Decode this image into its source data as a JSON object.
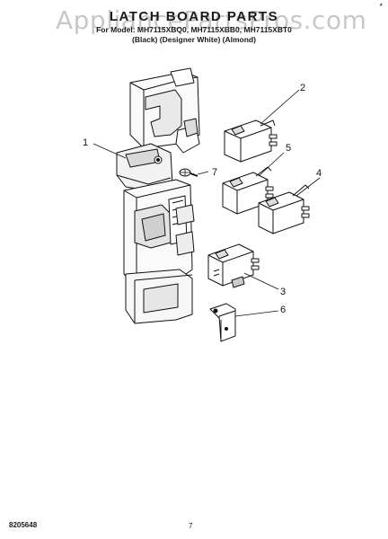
{
  "header": {
    "title": "LATCH BOARD PARTS",
    "subtitle_line1": "For Model: MH7115XBQ0, MH7115XBB0, MH7115XBT0",
    "subtitle_line2": "(Black) (Designer White) (Almond)",
    "watermark": "AppliancePartsPros.com",
    "corner_mark": "*"
  },
  "callouts": [
    "1",
    "2",
    "3",
    "4",
    "5",
    "6",
    "7"
  ],
  "footer": {
    "doc_number": "8205648",
    "page_number": "7"
  }
}
